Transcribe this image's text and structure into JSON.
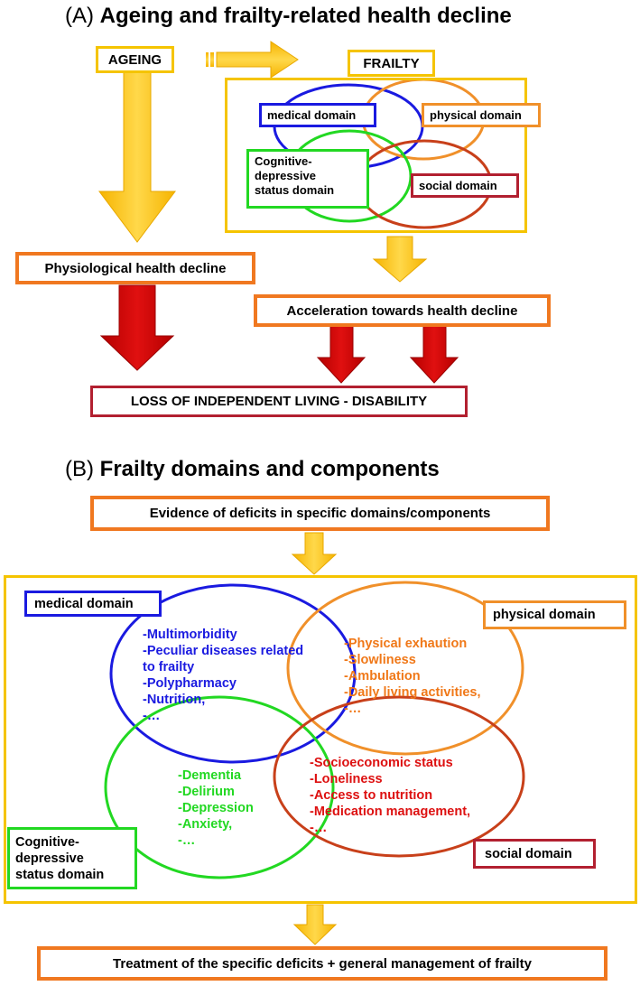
{
  "panel_a": {
    "heading_prefix": "(A)",
    "heading_title": "Ageing and frailty-related health decline",
    "ageing_label": "AGEING",
    "frailty_label": "FRAILTY",
    "domains": {
      "medical": "medical domain",
      "physical": "physical domain",
      "cognitive_lines": [
        "Cognitive-",
        "depressive",
        "status domain"
      ],
      "social": "social domain"
    },
    "physiological_label": "Physiological health decline",
    "acceleration_label": "Acceleration towards health decline",
    "loss_label": "LOSS OF INDEPENDENT LIVING - DISABILITY"
  },
  "panel_b": {
    "heading_prefix": "(B)",
    "heading_title": "Frailty domains and components",
    "evidence_label": "Evidence of deficits in specific domains/components",
    "domain_labels": {
      "medical": "medical domain",
      "physical": "physical domain",
      "cognitive_lines": [
        "Cognitive-",
        "depressive",
        "status domain"
      ],
      "social": "social domain"
    },
    "medical_items": [
      "-Multimorbidity",
      "-Peculiar diseases related",
      "to frailty",
      "-Polypharmacy",
      "-Nutrition,",
      "-…"
    ],
    "physical_items": [
      "-Physical exhaution",
      "-Slowliness",
      "-Ambulation",
      "-Daily living activities,",
      "-…"
    ],
    "cognitive_items": [
      "-Dementia",
      "-Delirium",
      "-Depression",
      "-Anxiety,",
      "-…"
    ],
    "social_items": [
      "-Socioeconomic status",
      "-Loneliness",
      "-Access to nutrition",
      "-Medication management,",
      "-…"
    ],
    "treatment_label": "Treatment of the specific deficits + general management of frailty"
  },
  "colors": {
    "orange_border": "#f07820",
    "yellow_border": "#f5c400",
    "dark_red_border": "#b22030",
    "medical": "#1a1ae0",
    "physical": "#f0902a",
    "cognitive": "#22d822",
    "social": "#c8401a",
    "social_text": "#dd1010",
    "red_arrow": "#c80000",
    "yellow_arrow": "#f8c400"
  }
}
